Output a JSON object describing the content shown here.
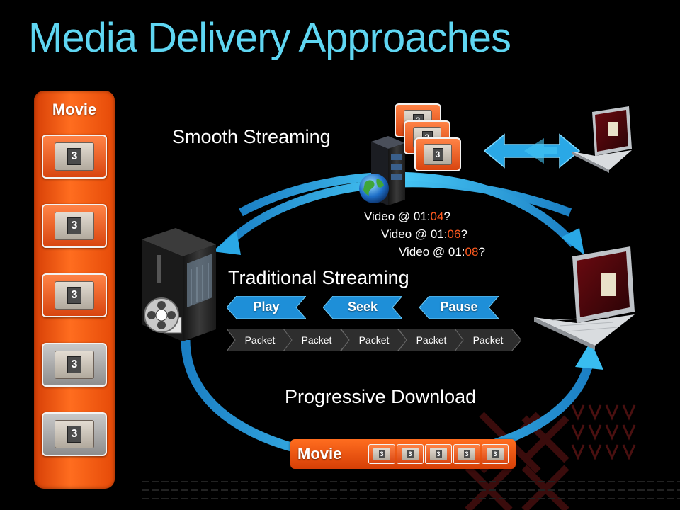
{
  "title": "Media Delivery Approaches",
  "labels": {
    "smooth_streaming": "Smooth Streaming",
    "traditional_streaming": "Traditional Streaming",
    "progressive_download": "Progressive Download"
  },
  "requests": [
    {
      "prefix": "Video @ 01:",
      "highlight": "04",
      "suffix": "?"
    },
    {
      "prefix": "Video @ 01:",
      "highlight": "06",
      "suffix": "?"
    },
    {
      "prefix": "Video @ 01:",
      "highlight": "08",
      "suffix": "?"
    }
  ],
  "movie_column": {
    "label": "Movie",
    "frame_digit": "3",
    "frame_count": 5
  },
  "movie_row": {
    "label": "Movie",
    "frame_digit": "3",
    "frame_count": 5
  },
  "controls": [
    "Play",
    "Seek",
    "Pause"
  ],
  "packets": [
    "Packet",
    "Packet",
    "Packet",
    "Packet",
    "Packet"
  ],
  "colors": {
    "title": "#5fd6f2",
    "accent_orange": "#ff5a1f",
    "arrow_blue": "#2aa8e6",
    "control_blue": "#1e8fd8",
    "packet_dark": "#2e2e2e"
  },
  "icons": [
    "server-tower-icon",
    "film-reel-icon",
    "rack-server-icon",
    "globe-icon",
    "laptop-icon",
    "double-arrow-icon"
  ]
}
